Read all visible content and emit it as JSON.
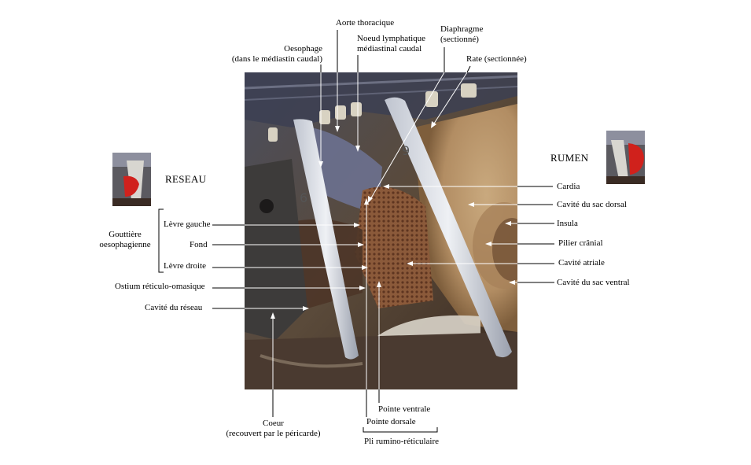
{
  "colors": {
    "background": "#ffffff",
    "label_text": "#000000",
    "leader_line": "#000000",
    "leader_line_on_photo": "#ffffff"
  },
  "labels": {
    "aorte": "Aorte thoracique",
    "oesophage_1": "Oesophage",
    "oesophage_2": "(dans le médiastin caudal)",
    "noeud_1": "Noeud lymphatique",
    "noeud_2": "médiastinal caudal",
    "diaphragme_1": "Diaphragme",
    "diaphragme_2": "(sectionné)",
    "rate": "Rate (sectionnée)",
    "reseau": "RESEAU",
    "rumen": "RUMEN",
    "gouttiere_1": "Gouttière",
    "gouttiere_2": "oesophagienne",
    "levre_gauche": "Lèvre gauche",
    "fond": "Fond",
    "levre_droite": "Lèvre droite",
    "ostium": "Ostium réticulo-omasique",
    "cavite_reseau": "Cavité du réseau",
    "cardia": "Cardia",
    "cavite_sac_dorsal": "Cavité du sac dorsal",
    "insula": "Insula",
    "pilier": "Pilier crânial",
    "cavite_atriale": "Cavité atriale",
    "cavite_sac_ventral": "Cavité du sac ventral",
    "coeur_1": "Coeur",
    "coeur_2": "(recouvert par le péricarde)",
    "pointe_ventrale": "Pointe ventrale",
    "pointe_dorsale": "Pointe dorsale",
    "pli": "Pli rumino-réticulaire"
  },
  "photo": {
    "rib_labels": [
      "6",
      "9"
    ]
  }
}
